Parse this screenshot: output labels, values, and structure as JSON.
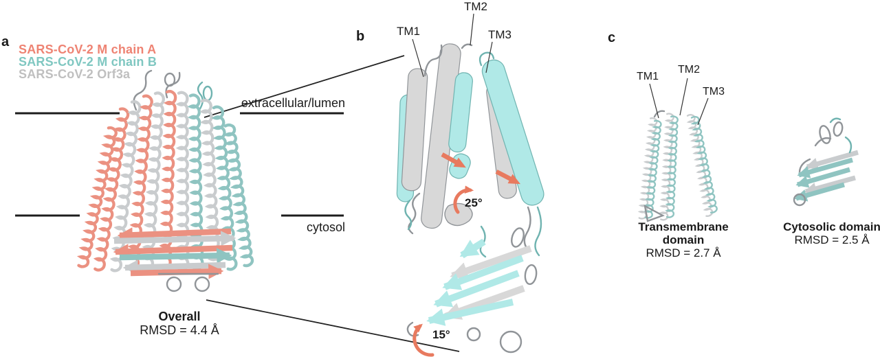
{
  "colors": {
    "chain_a": "#ee8373",
    "chain_b": "#7fc7c1",
    "orf3a": "#bfbfbf",
    "sal_ribbon": "#eb9181",
    "teal_ribbon": "#8fc4c1",
    "gray_ribbon": "#c9ccce",
    "cyan_fill": "#b0e9e7",
    "cyan_edge": "#6fb3b0",
    "gray_fill": "#d8d8d8",
    "gray_edge": "#909498",
    "arrow": "#e87a5f",
    "ink": "#1a1a1a",
    "line": "#1c1c1c"
  },
  "panel_a": {
    "label": "a",
    "legend": [
      {
        "text": "SARS-CoV-2 M chain A",
        "color_key": "chain_a"
      },
      {
        "text": "SARS-CoV-2 M chain B",
        "color_key": "chain_b"
      },
      {
        "text": "SARS-CoV-2 Orf3a",
        "color_key": "orf3a"
      }
    ],
    "membrane_top_label": "extracellular/lumen",
    "membrane_bottom_label": "cytosol",
    "caption_title": "Overall",
    "caption_rmsd": "RMSD = 4.4 Å"
  },
  "panel_b": {
    "label": "b",
    "tm_labels": [
      "TM1",
      "TM2",
      "TM3"
    ],
    "rotation_upper": "25°",
    "rotation_lower": "15°"
  },
  "panel_c": {
    "label": "c",
    "tm_labels": [
      "TM1",
      "TM2",
      "TM3"
    ],
    "transmembrane_caption_title": "Transmembrane domain",
    "transmembrane_caption_rmsd": "RMSD = 2.7 Å",
    "cytosolic_caption_title": "Cytosolic domain",
    "cytosolic_caption_rmsd": "RMSD = 2.5 Å"
  }
}
